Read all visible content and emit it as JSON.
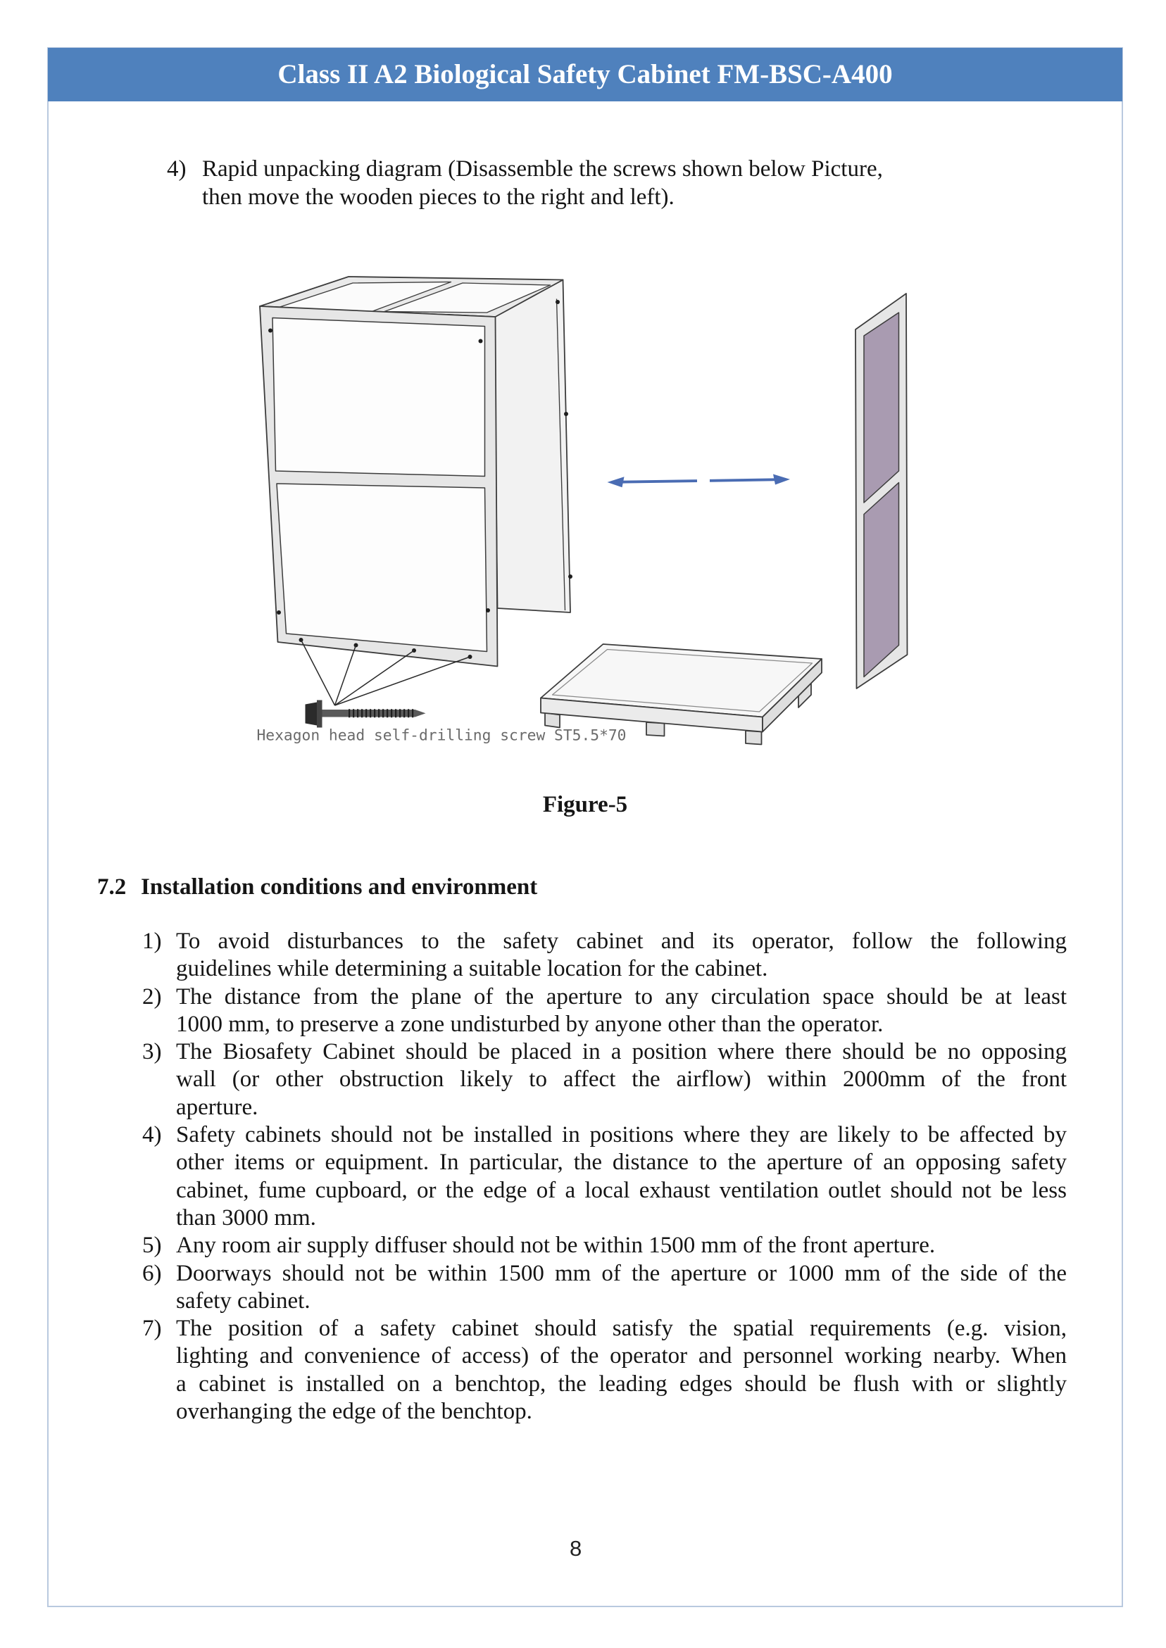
{
  "header": {
    "title": "Class II A2 Biological Safety Cabinet FM-BSC-A400"
  },
  "intro_step": {
    "number": "4)",
    "lines": [
      "Rapid unpacking diagram (Disassemble the screws shown below Picture,",
      "then move the wooden pieces to the right and left)."
    ]
  },
  "figure": {
    "screw_label": "Hexagon head self-drilling screw ST5.5*70",
    "caption": "Figure-5"
  },
  "section": {
    "number": "7.2",
    "title": "Installation conditions and environment",
    "items": [
      {
        "number": "1)",
        "lines": [
          "To avoid disturbances to the safety cabinet and its operator, follow the following",
          "guidelines while determining a suitable location for the cabinet."
        ]
      },
      {
        "number": "2)",
        "lines": [
          "The distance from the plane of the aperture to any circulation space should be at least",
          "1000 mm, to preserve a zone undisturbed by anyone other than the operator."
        ]
      },
      {
        "number": "3)",
        "lines": [
          "The Biosafety Cabinet should be placed in a position where there should be no opposing",
          "wall (or other obstruction likely to affect the airflow) within 2000mm of the front",
          "aperture."
        ]
      },
      {
        "number": "4)",
        "lines": [
          "Safety cabinets should not be installed in positions where they are likely to be affected by",
          "other items or equipment. In particular, the distance to the aperture of an opposing safety",
          "cabinet, fume cupboard, or the edge of a local exhaust ventilation outlet should not be less",
          "than 3000 mm."
        ]
      },
      {
        "number": "5)",
        "lines": [
          "Any room air supply diffuser should not be within 1500 mm of the front aperture."
        ]
      },
      {
        "number": "6)",
        "lines": [
          "Doorways should not be within 1500 mm of the aperture or 1000 mm of the side of the",
          "safety cabinet."
        ]
      },
      {
        "number": "7)",
        "lines": [
          "The position of a safety cabinet should satisfy the spatial requirements (e.g. vision,",
          "lighting and convenience of access) of the operator and personnel working nearby. When",
          "a cabinet is installed on a benchtop, the leading edges should be flush with or slightly",
          "overhanging the edge of the benchtop."
        ]
      }
    ]
  },
  "page_number": "8",
  "colors": {
    "header_bg": "#4f81bd",
    "header_text": "#ffffff",
    "frame_border": "#b9c9df",
    "arrow": "#4a6cb3",
    "board_panel": "#a99bb1"
  }
}
